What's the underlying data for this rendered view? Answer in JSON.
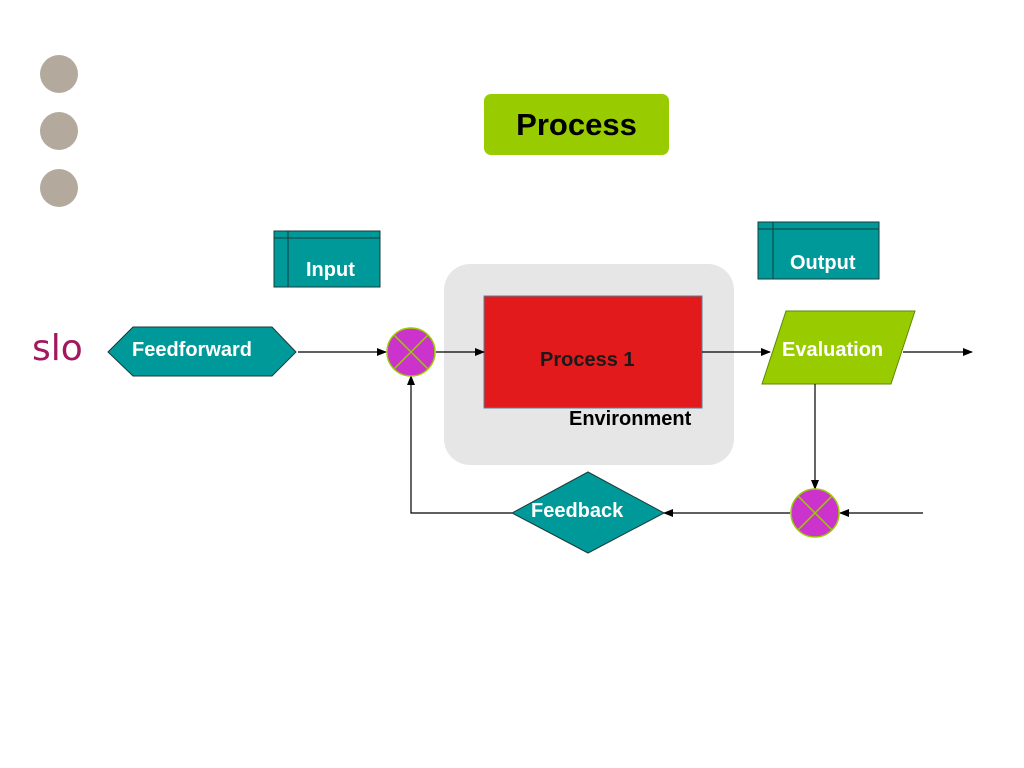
{
  "slide": {
    "title": "Process",
    "logo_text": "slo",
    "bullet_dots": 3
  },
  "diagram": {
    "input": "Input",
    "output": "Output",
    "feedforward": "Feedforward",
    "process": "Process 1",
    "environment": "Environment",
    "evaluation": "Evaluation",
    "feedback": "Feedback"
  },
  "colors": {
    "teal": "#009999",
    "green": "#99cc00",
    "red": "#e31a1c",
    "magenta": "#cc33cc",
    "environment_bg": "#e6e6e6",
    "dots": "#b3aa9d",
    "logo": "#a3175f"
  }
}
